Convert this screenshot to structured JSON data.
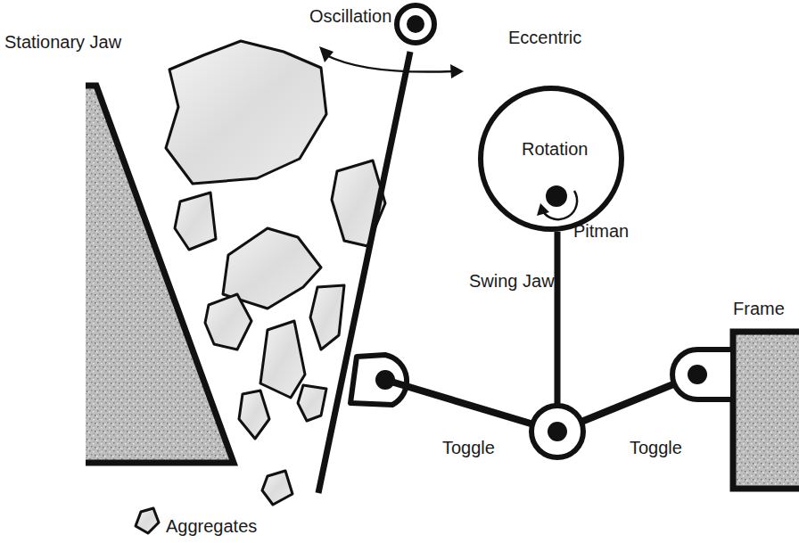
{
  "diagram": {
    "nodes": [
      {
        "text": [
          "Eccentric",
          "Rotation"
        ]
      }
    ],
    "labels": [
      "Stationary Jaw",
      "Oscillation",
      "Swing Jaw",
      "Pitman",
      "Frame",
      "Toggle",
      "Toggle",
      "Aggregates"
    ]
  }
}
